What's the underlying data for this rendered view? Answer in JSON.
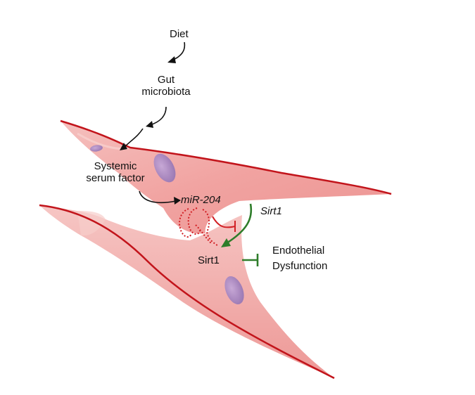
{
  "diagram": {
    "labels": {
      "diet": "Diet",
      "gut": "Gut",
      "microbiota": "microbiota",
      "systemic": "Systemic",
      "serum_factor": "serum factor",
      "mir204": "miR-204",
      "sirt1_gene": "Sirt1",
      "sirt1_protein": "Sirt1",
      "endothelial": "Endothelial",
      "dysfunction": "Dysfunction"
    },
    "colors": {
      "cell_fill": "#f0a6a4",
      "cell_outline": "#c2141b",
      "nucleus": "#a07cb7",
      "mirna_red": "#d11f24",
      "green": "#2e7d2a",
      "arrow_black": "#111111"
    }
  }
}
